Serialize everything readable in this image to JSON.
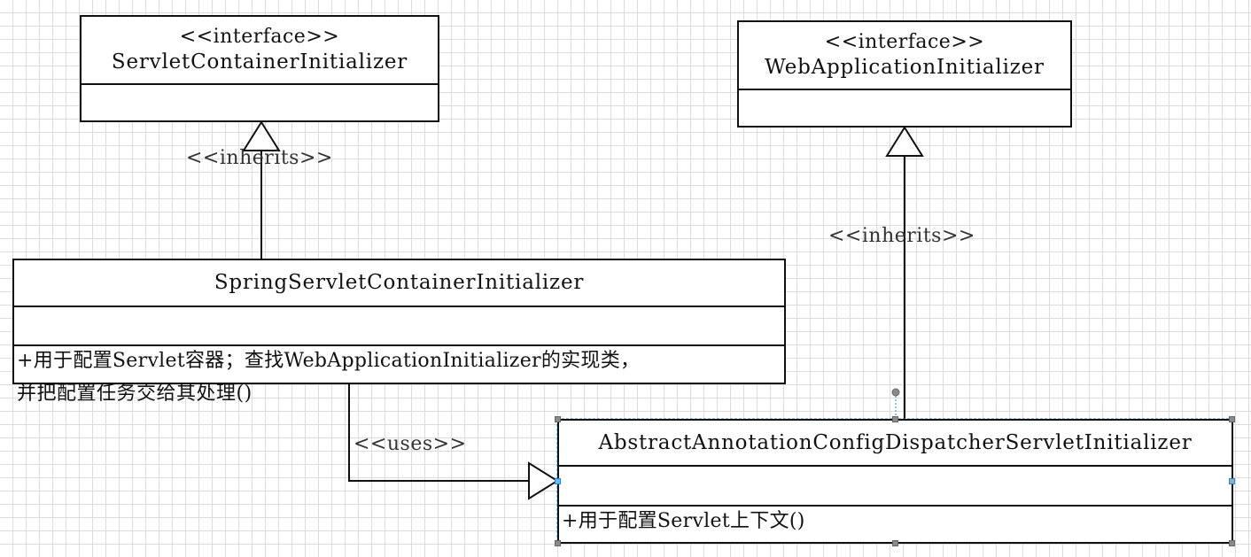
{
  "classes": {
    "servlet_container_initializer": {
      "stereotype": "<<interface>>",
      "name": "ServletContainerInitializer"
    },
    "web_application_initializer": {
      "stereotype": "<<interface>>",
      "name": "WebApplicationInitializer"
    },
    "spring_servlet_container_initializer": {
      "name": "SpringServletContainerInitializer",
      "operation_line1": "+用于配置Servlet容器；查找WebApplicationInitializer的实现类，",
      "operation_line2": "并把配置任务交给其处理()"
    },
    "abstract_annotation_config_dispatcher_servlet_initializer": {
      "name": "AbstractAnnotationConfigDispatcherServletInitializer",
      "operation": "+用于配置Servlet上下文()"
    }
  },
  "relations": {
    "inherits_left": "<<inherits>>",
    "inherits_right": "<<inherits>>",
    "uses": "<<uses>>"
  },
  "colors": {
    "line": "#111111",
    "grid": "#dcdcdc",
    "selection_handle": "#6fb8e8"
  }
}
